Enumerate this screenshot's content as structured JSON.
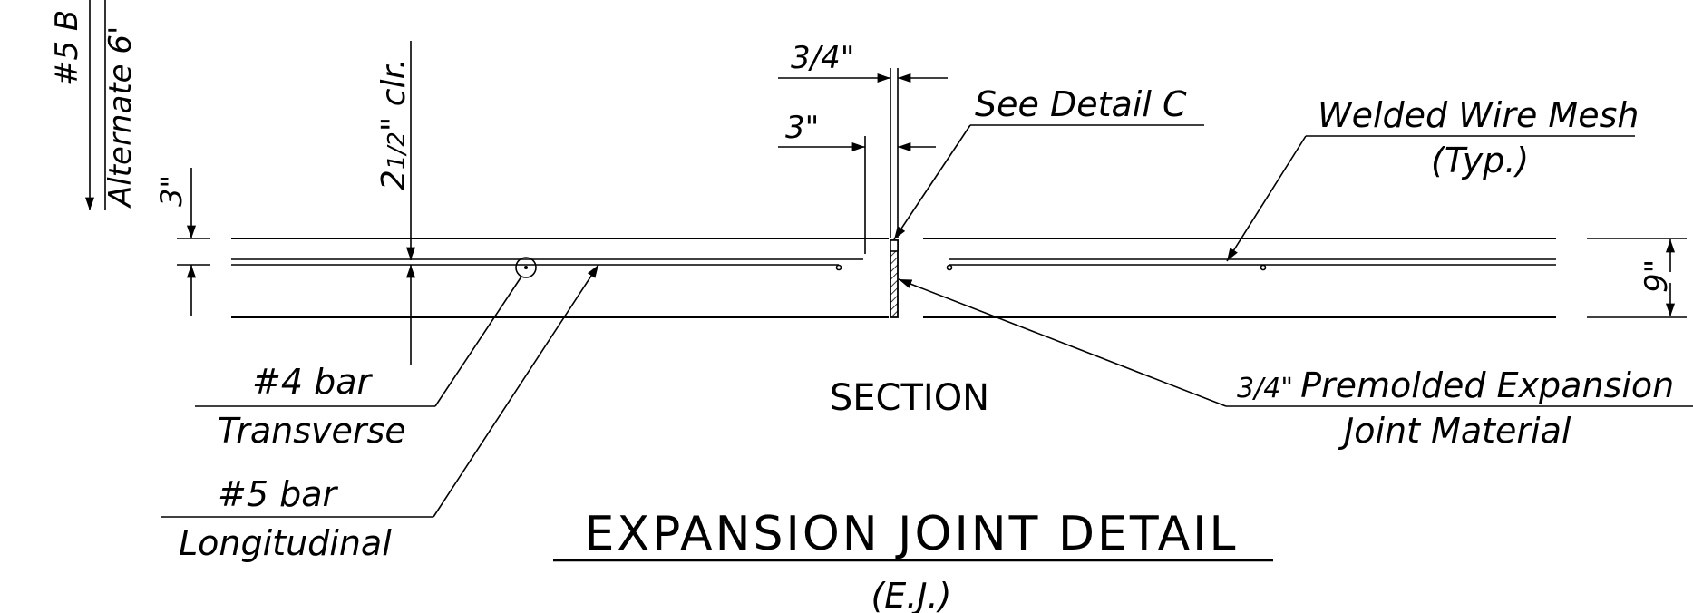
{
  "diagram": {
    "title": "EXPANSION JOINT DETAIL",
    "subtitle": "(E.J.)",
    "section_label": "SECTION",
    "colors": {
      "ink": "#000000",
      "background": "#ffffff"
    },
    "callouts": {
      "see_detail": "See Detail C",
      "mesh_line1": "Welded Wire Mesh",
      "mesh_line2": "(Typ.)",
      "bar4_line1": "#4 bar",
      "bar4_line2": "Transverse",
      "bar5_line1": "#5 bar",
      "bar5_line2": "Longitudinal",
      "premolded_line1": "Premolded Expansion",
      "premolded_line2": "Joint Material",
      "edge_bar": "#5 B",
      "edge_alternate": "Alternate 6'"
    },
    "dimensions": {
      "joint_width": "3/4\"",
      "offset": "3\"",
      "cover_whole": "2",
      "cover_fraction": "1/2",
      "cover_suffix": "\" clr.",
      "top_offset": "3\"",
      "thickness": "9\"",
      "premolded_fraction": "3/4\""
    }
  }
}
